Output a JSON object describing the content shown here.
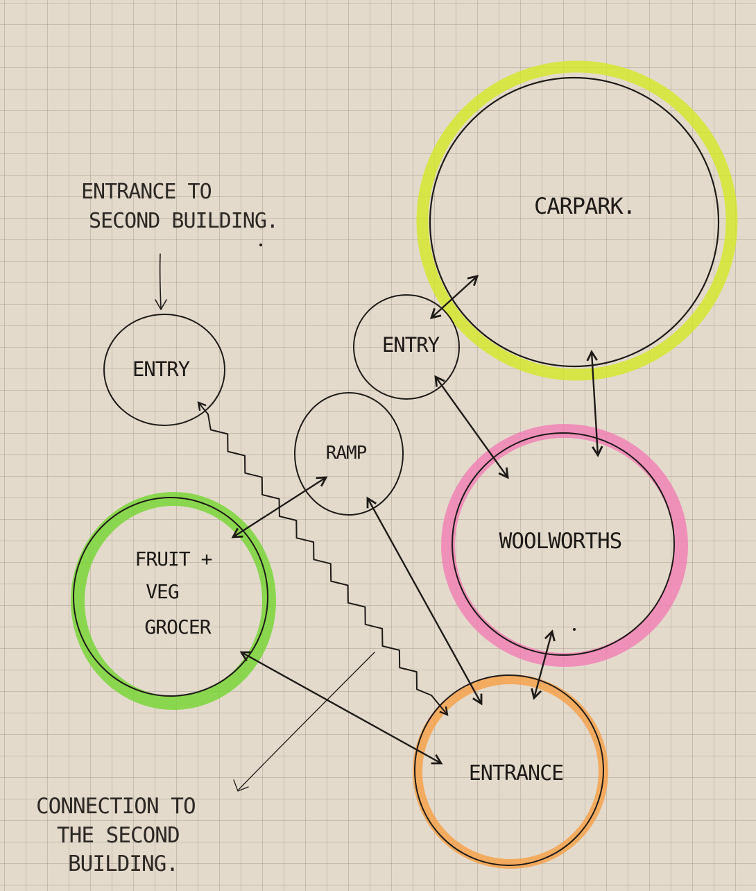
{
  "nodes": {
    "entry_left": "ENTRY",
    "entry_right": "ENTRY",
    "carpark": "CARPARK.",
    "ramp": "RAMP",
    "fruit_veg": [
      "FRUIT +",
      "VEG",
      "GROCER"
    ],
    "woolworths": "WOOLWORTHS",
    "entrance": "ENTRANCE"
  },
  "notes": {
    "top_left": [
      "ENTRANCE TO",
      "SECOND BUILDING."
    ],
    "bottom_left": [
      "CONNECTION TO",
      "THE SECOND",
      "BUILDING."
    ]
  },
  "colors": {
    "carpark_highlight": "#d6e62a",
    "fruit_veg_highlight": "#76d633",
    "woolworths_highlight": "#f17fb4",
    "entrance_highlight": "#f7a048",
    "ink": "#1d1a17",
    "paper": "#e3dacb"
  }
}
